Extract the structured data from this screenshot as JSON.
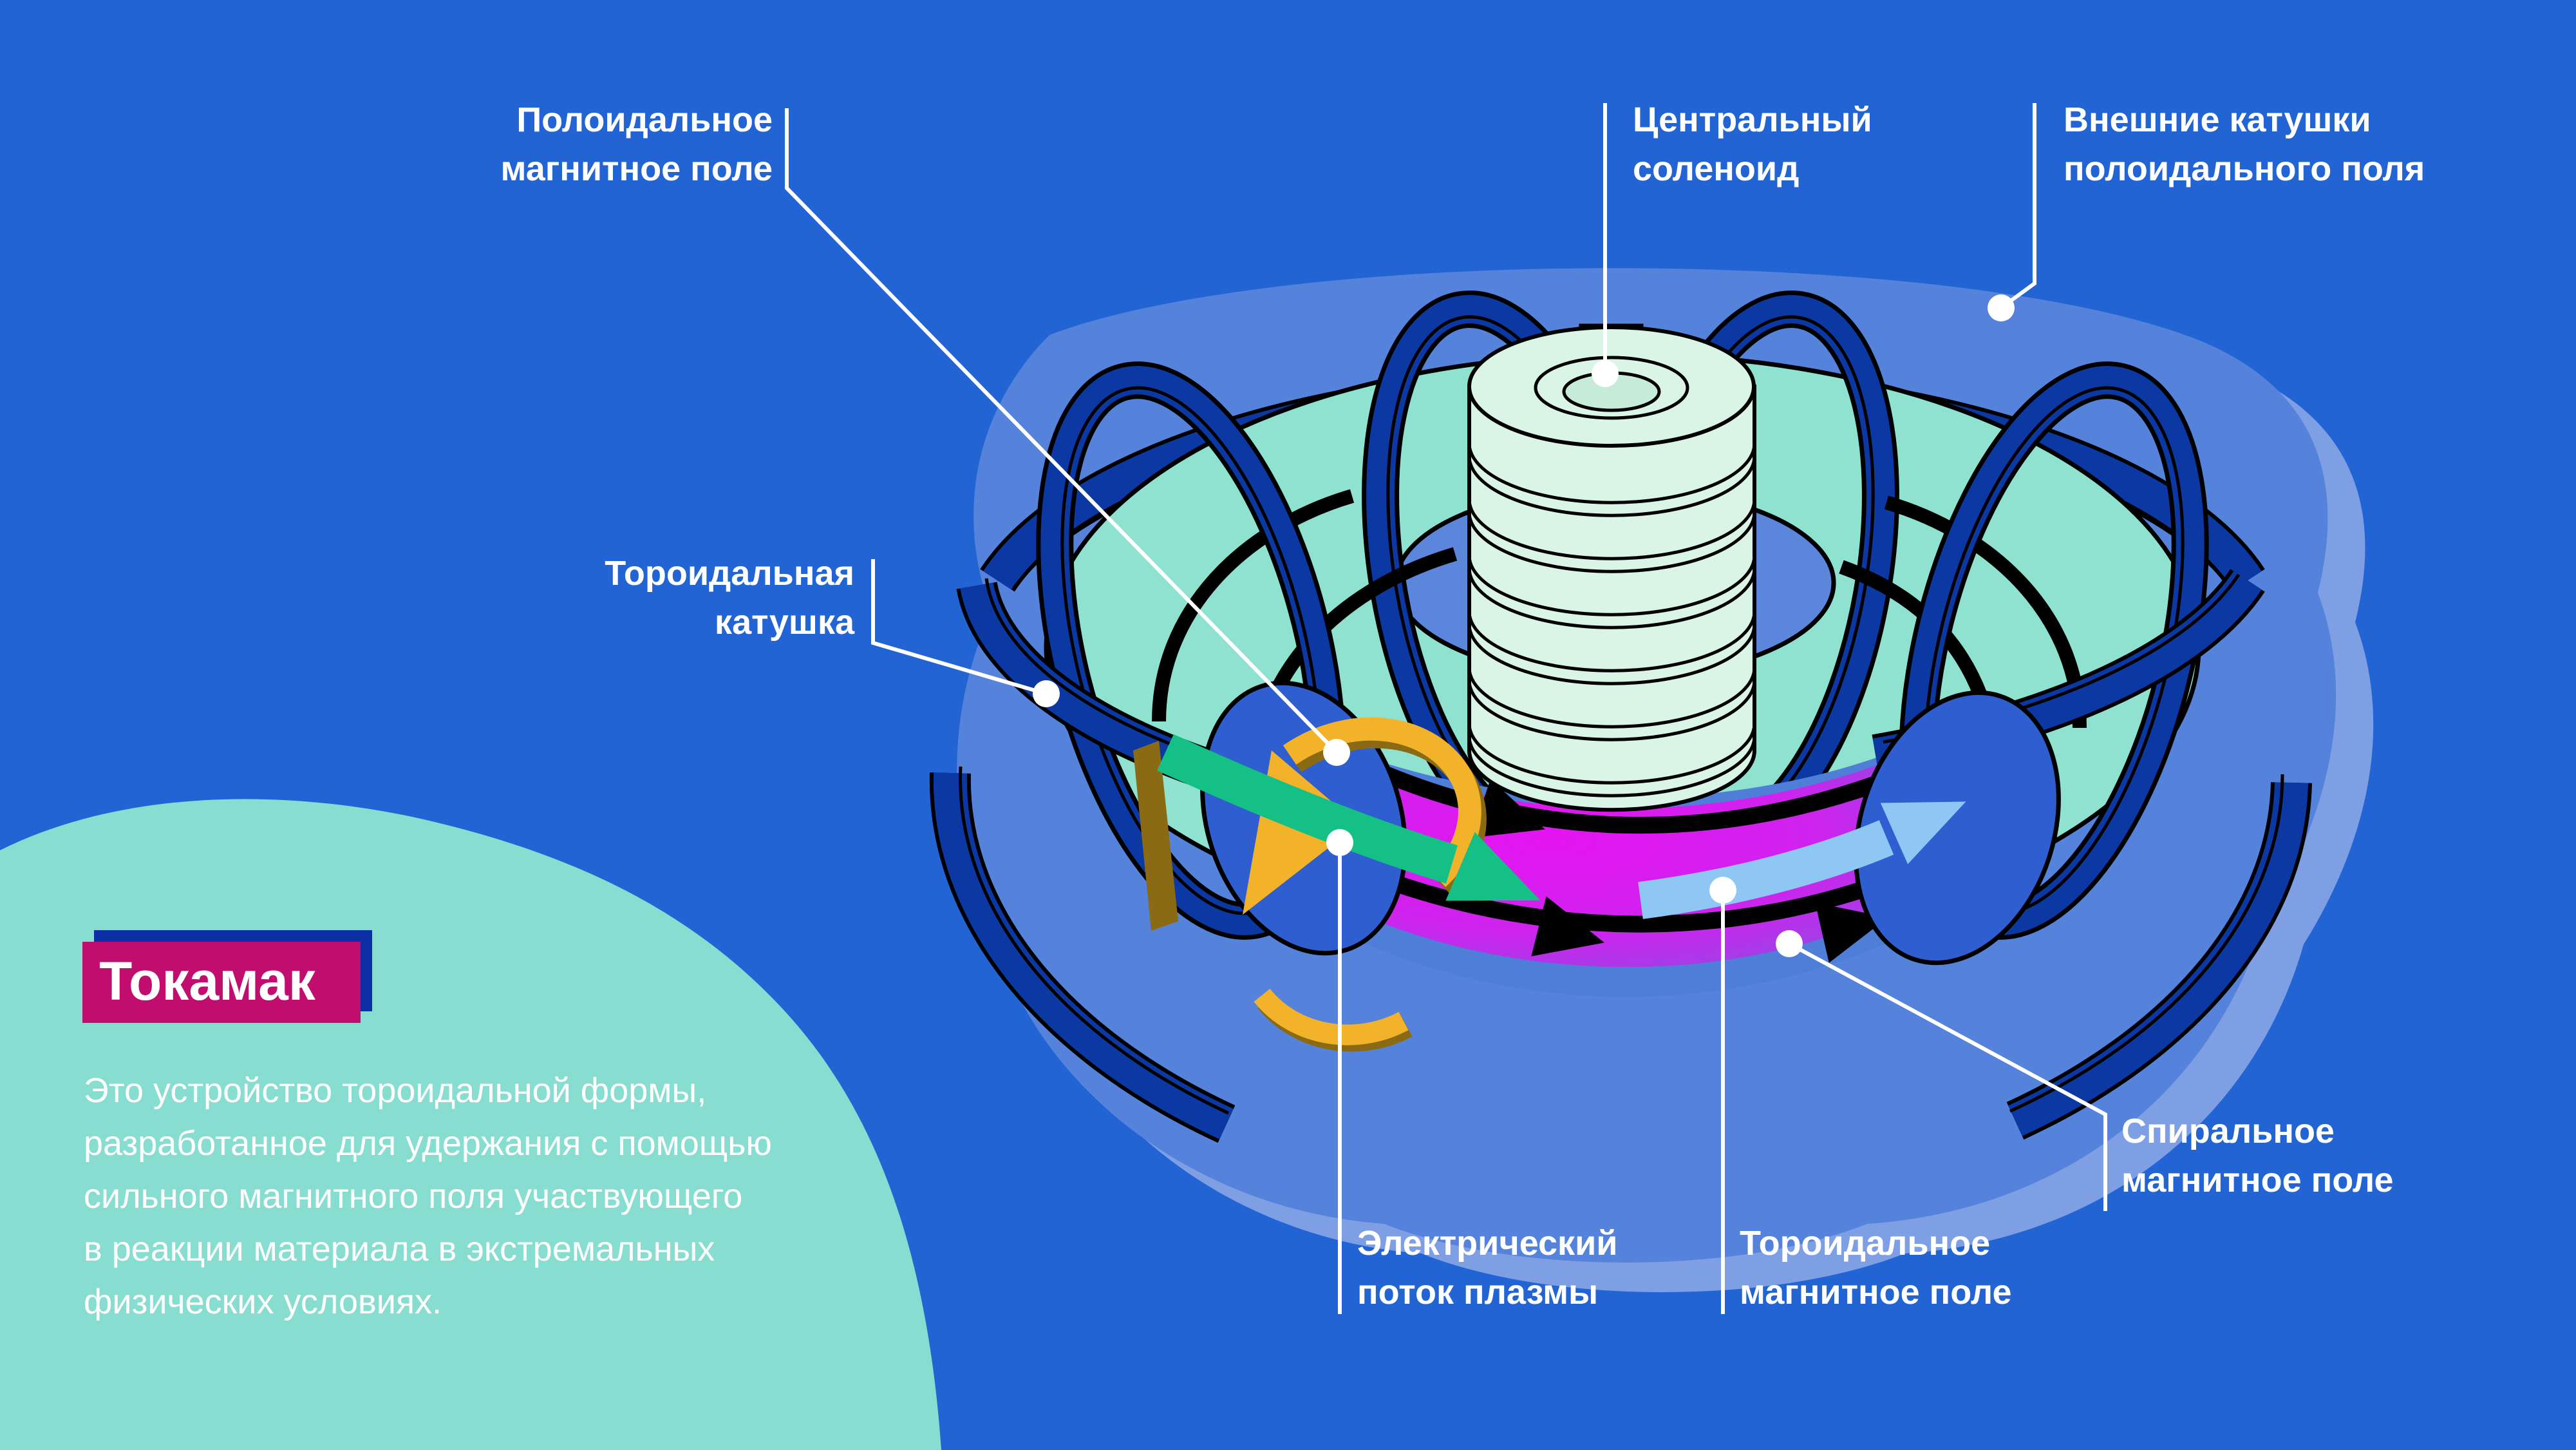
{
  "title": {
    "text": "Токамак"
  },
  "description": {
    "lines": [
      "Это устройство тороидальной формы,",
      "разработанное для удержания с помощью",
      "сильного магнитного поля участвующего",
      "в реакции материала в экстремальных",
      "физических условиях."
    ]
  },
  "labels": {
    "poloidal_field": {
      "line1": "Полоидальное",
      "line2": "магнитное поле"
    },
    "central_solenoid": {
      "line1": "Центральный",
      "line2": "соленоид"
    },
    "outer_coils": {
      "line1": "Внешние катушки",
      "line2": "полоидального поля"
    },
    "toroidal_coil": {
      "line1": "Тороидальная",
      "line2": "катушка"
    },
    "plasma_current": {
      "line1": "Электрический",
      "line2": "поток плазмы"
    },
    "toroidal_field": {
      "line1": "Тороидальное",
      "line2": "магнитное поле"
    },
    "helical_field": {
      "line1": "Спиральное",
      "line2": "магнитное поле"
    }
  },
  "colors": {
    "bg_blue": "#2364d4",
    "halo_blue": "#5583db",
    "halo_light": "#7f9fe5",
    "teal_blob": "#87ddd0",
    "torus_teal": "#8fe1d0",
    "hole_blue": "#5c86dc",
    "cut_interior": "#4f7ed8",
    "cut_face": "#2e5ecf",
    "ring_blue": "#0c38a4",
    "solenoid_mint": "#daf4e6",
    "plasma_magenta": "#e414f2",
    "plasma_purple": "#6f62df",
    "arrow_yellow": "#f2b32a",
    "arrow_yellow_dark": "#8a6a12",
    "arrow_green": "#14c085",
    "arrow_lightblue": "#8ec6f4",
    "box_magenta": "#c00d6e",
    "box_navy": "#0c2fa5",
    "text_white": "#ffffff"
  }
}
